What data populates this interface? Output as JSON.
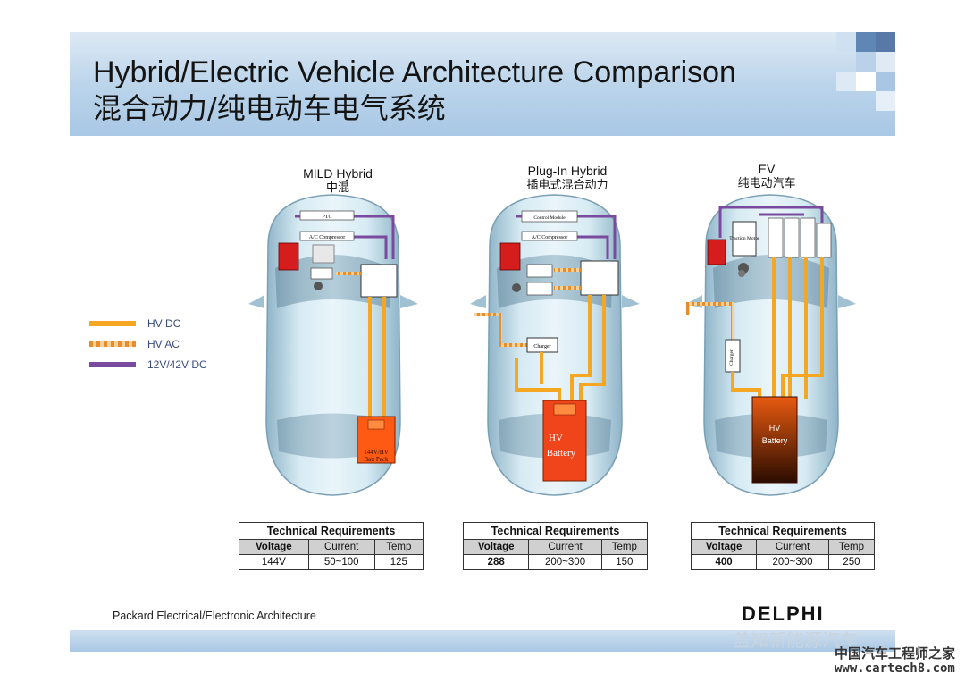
{
  "title": {
    "en": "Hybrid/Electric Vehicle Architecture Comparison",
    "zh": "混合动力/纯电动车电气系统"
  },
  "legend": [
    {
      "label": "HV DC",
      "color": "#f5a623"
    },
    {
      "label": "HV AC",
      "color": "#e88c2c"
    },
    {
      "label": "12V/42V DC",
      "color": "#7a4a9e"
    }
  ],
  "columns": [
    {
      "title": "MILD Hybrid",
      "subtitle": "中混",
      "battery_label_1": "144V/HV",
      "battery_label_2": "Batt Pack",
      "box_ptc": "PTC",
      "box_ac": "A/C Compressor",
      "req": {
        "header": "Technical Requirements",
        "voltage_label": "Voltage",
        "current_label": "Current",
        "temp_label": "Temp",
        "voltage": "144V",
        "current": "50~100",
        "temp": "125"
      }
    },
    {
      "title": "Plug-In Hybrid",
      "subtitle": "插电式混合动力",
      "battery_label_1": "HV",
      "battery_label_2": "Battery",
      "box_ptc": "Control Module",
      "box_ac": "A/C Compressor",
      "box_charger": "Charger",
      "req": {
        "header": "Technical Requirements",
        "voltage_label": "Voltage",
        "current_label": "Current",
        "temp_label": "Temp",
        "voltage": "288",
        "current": "200~300",
        "temp": "150"
      }
    },
    {
      "title": "EV",
      "subtitle": "纯电动汽车",
      "battery_label_1": "HV",
      "battery_label_2": "Battery",
      "box_charger": "Charger",
      "box_traction": "Traction Motor",
      "req": {
        "header": "Technical Requirements",
        "voltage_label": "Voltage",
        "current_label": "Current",
        "temp_label": "Temp",
        "voltage": "400",
        "current": "200~300",
        "temp": "250"
      }
    }
  ],
  "footer": {
    "left": "Packard Electrical/Electronic Architecture",
    "logo": "DELPHI",
    "watermark_a": "盖知新能源汽车",
    "watermark_b": "中国汽车工程师之家",
    "watermark_c": "www.cartech8.com"
  }
}
